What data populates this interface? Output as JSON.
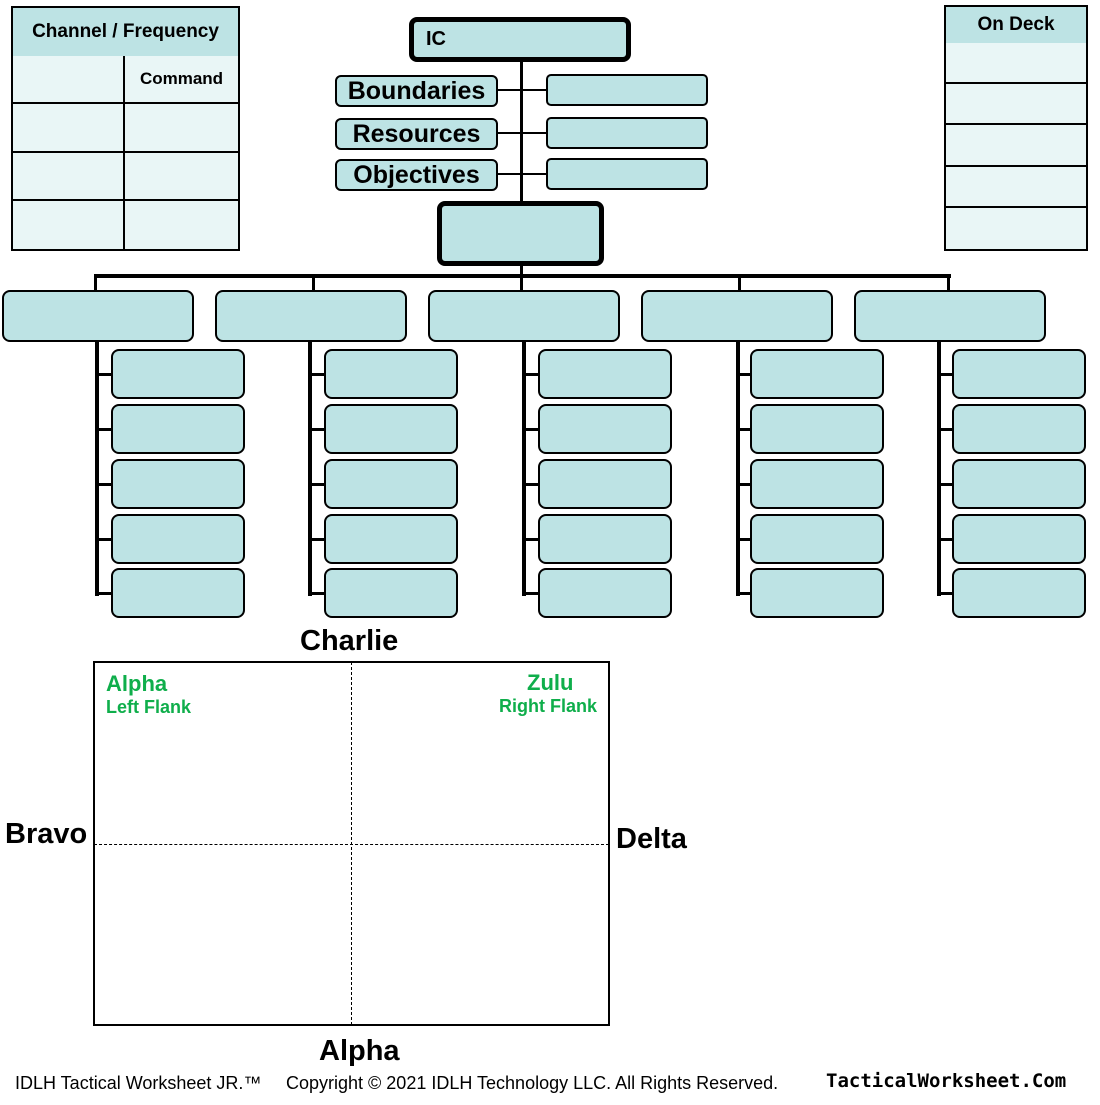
{
  "channel_table": {
    "header": "Channel / Frequency",
    "rows": [
      [
        "",
        "Command"
      ],
      [
        "",
        ""
      ],
      [
        "",
        ""
      ],
      [
        "",
        ""
      ]
    ]
  },
  "on_deck": {
    "header": "On Deck",
    "rows": [
      "",
      "",
      "",
      "",
      ""
    ]
  },
  "org": {
    "ic_label": "IC",
    "rows": [
      {
        "label": "Boundaries",
        "value": ""
      },
      {
        "label": "Resources",
        "value": ""
      },
      {
        "label": "Objectives",
        "value": ""
      }
    ],
    "divisions": [
      {
        "name": "",
        "subs": [
          "",
          "",
          "",
          "",
          ""
        ]
      },
      {
        "name": "",
        "subs": [
          "",
          "",
          "",
          "",
          ""
        ]
      },
      {
        "name": "",
        "subs": [
          "",
          "",
          "",
          "",
          ""
        ]
      },
      {
        "name": "",
        "subs": [
          "",
          "",
          "",
          "",
          ""
        ]
      },
      {
        "name": "",
        "subs": [
          "",
          "",
          "",
          "",
          ""
        ]
      }
    ]
  },
  "diagram": {
    "top": "Charlie",
    "bottom": "Alpha",
    "left": "Bravo",
    "right": "Delta",
    "top_left": {
      "title": "Alpha",
      "subtitle": "Left Flank"
    },
    "top_right": {
      "title": "Zulu",
      "subtitle": "Right Flank"
    }
  },
  "footer": {
    "product": "IDLH Tactical Worksheet JR.™",
    "copyright": "Copyright © 2021 IDLH Technology LLC. All Rights Reserved.",
    "site": "TacticalWorksheet.Com"
  },
  "colors": {
    "box_fill": "#bde3e4",
    "table_cell": "#e9f6f6",
    "accent_green": "#0fae4b"
  }
}
